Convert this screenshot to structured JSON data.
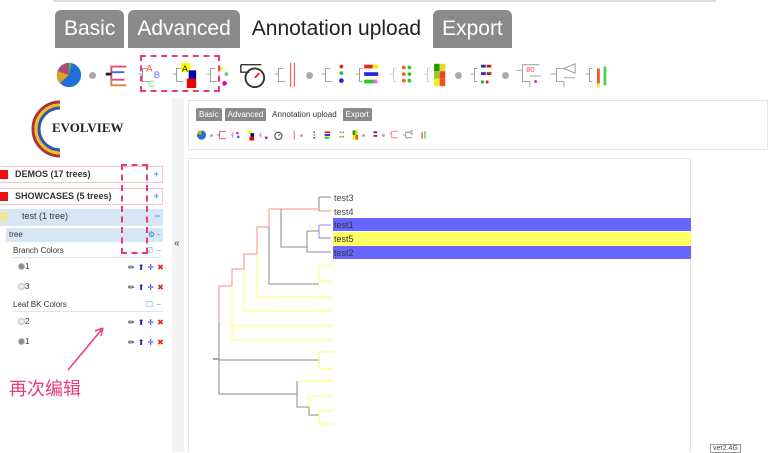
{
  "top_tabs": [
    {
      "label": "Basic",
      "active": false
    },
    {
      "label": "Advanced",
      "active": false
    },
    {
      "label": "Annotation upload",
      "active": true
    },
    {
      "label": "Export",
      "active": false
    }
  ],
  "toolbar_icons": [
    "pie-chart-icon",
    "branch-color-icon",
    "text-label-icon",
    "leaf-bg-color-icon",
    "dots-icon",
    "timer-icon",
    "strip-icon",
    "protein-domain-icon",
    "bar-icon",
    "dot-plot-icon",
    "heatmap-icon",
    "matrix-icon",
    "node-label-icon",
    "collapse-icon",
    "multibar-icon"
  ],
  "sidebar": {
    "logo_text": "EVOLVIEW",
    "groups": [
      {
        "label": "DEMOS (17 trees)",
        "color": "#e11111",
        "toggle": "+"
      },
      {
        "label": "SHOWCASES (5 trees)",
        "color": "#e11111",
        "toggle": "+"
      },
      {
        "label": "test (1 tree)",
        "color": "#f2e59a",
        "toggle": "−"
      }
    ],
    "tree_label": "tree",
    "sections": [
      {
        "title": "Branch Colors",
        "items": [
          {
            "label": "1",
            "checked": true
          },
          {
            "label": "3",
            "checked": false
          }
        ]
      },
      {
        "title": "Leaf BK Colors",
        "items": [
          {
            "label": "2",
            "checked": false
          },
          {
            "label": "1",
            "checked": true
          }
        ]
      }
    ],
    "annotation": "再次编辑",
    "collapse_icon": "«"
  },
  "inner_tabs": [
    {
      "label": "Basic",
      "active": false
    },
    {
      "label": "Advanced",
      "active": false
    },
    {
      "label": "Annotation upload",
      "active": true
    },
    {
      "label": "Export",
      "active": false
    }
  ],
  "tree": {
    "leaves": [
      {
        "label": "test3",
        "bg": ""
      },
      {
        "label": "test4",
        "bg": ""
      },
      {
        "label": "test1",
        "bg": "#6666ff"
      },
      {
        "label": "test5",
        "bg": "#ffff66"
      },
      {
        "label": "test2",
        "bg": "#6666ff"
      }
    ]
  },
  "version": "ver2.4G"
}
